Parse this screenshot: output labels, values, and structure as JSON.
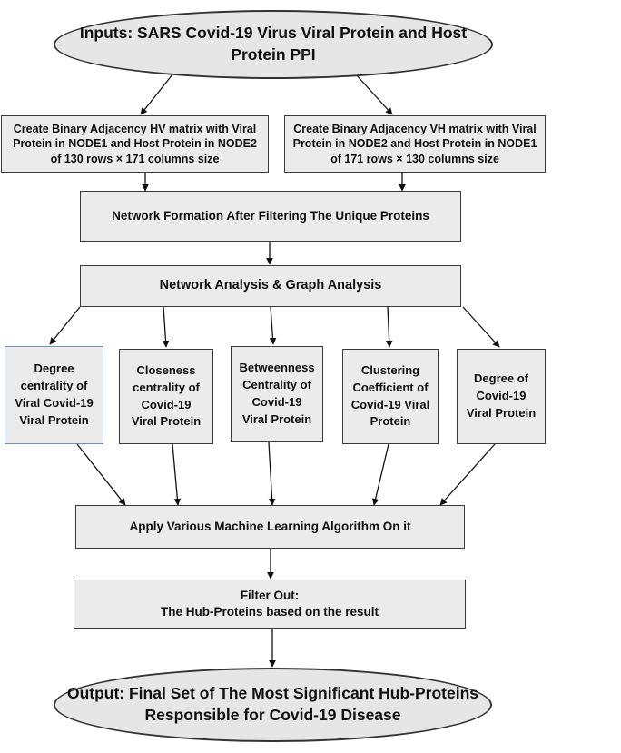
{
  "input": {
    "line1": "Inputs: SARS Covid-19 Virus Viral Protein and Host",
    "line2": "Protein PPI"
  },
  "hv_matrix": {
    "line1": "Create Binary Adjacency HV matrix with Viral",
    "line2": "Protein in NODE1 and Host Protein in NODE2",
    "line3": "of 130 rows × 171 columns size"
  },
  "vh_matrix": {
    "line1": "Create Binary Adjacency VH matrix with Viral",
    "line2": "Protein in NODE2 and Host Protein in NODE1",
    "line3": "of 171 rows × 130 columns size"
  },
  "network_formation": "Network Formation After Filtering The Unique Proteins",
  "network_analysis": "Network Analysis & Graph Analysis",
  "metrics": [
    {
      "lines": [
        "Degree",
        "centrality of",
        "Viral Covid-19",
        "Viral Protein"
      ],
      "highlight_color": "#6f8fc8"
    },
    {
      "lines": [
        "Closeness",
        "centrality of",
        "Covid-19",
        "Viral Protein"
      ]
    },
    {
      "lines": [
        "Betweenness",
        "Centrality of",
        "Covid-19",
        "Viral Protein"
      ]
    },
    {
      "lines": [
        "Clustering",
        "Coefficient of",
        "Covid-19  Viral",
        "Protein"
      ]
    },
    {
      "lines": [
        "Degree of",
        "Covid-19",
        "Viral Protein"
      ]
    }
  ],
  "ml": "Apply Various Machine Learning Algorithm On it",
  "filter": {
    "line1": "Filter Out:",
    "line2": "The Hub-Proteins based on the result"
  },
  "output": {
    "line1": "Output: Final Set of The Most Significant Hub-Proteins",
    "line2": "Responsible for Covid-19 Disease"
  },
  "colors": {
    "box_fill": "#ebebeb",
    "ellipse_fill": "#e6e6e6",
    "border": "#3a3a3a",
    "arrow": "#111111"
  }
}
